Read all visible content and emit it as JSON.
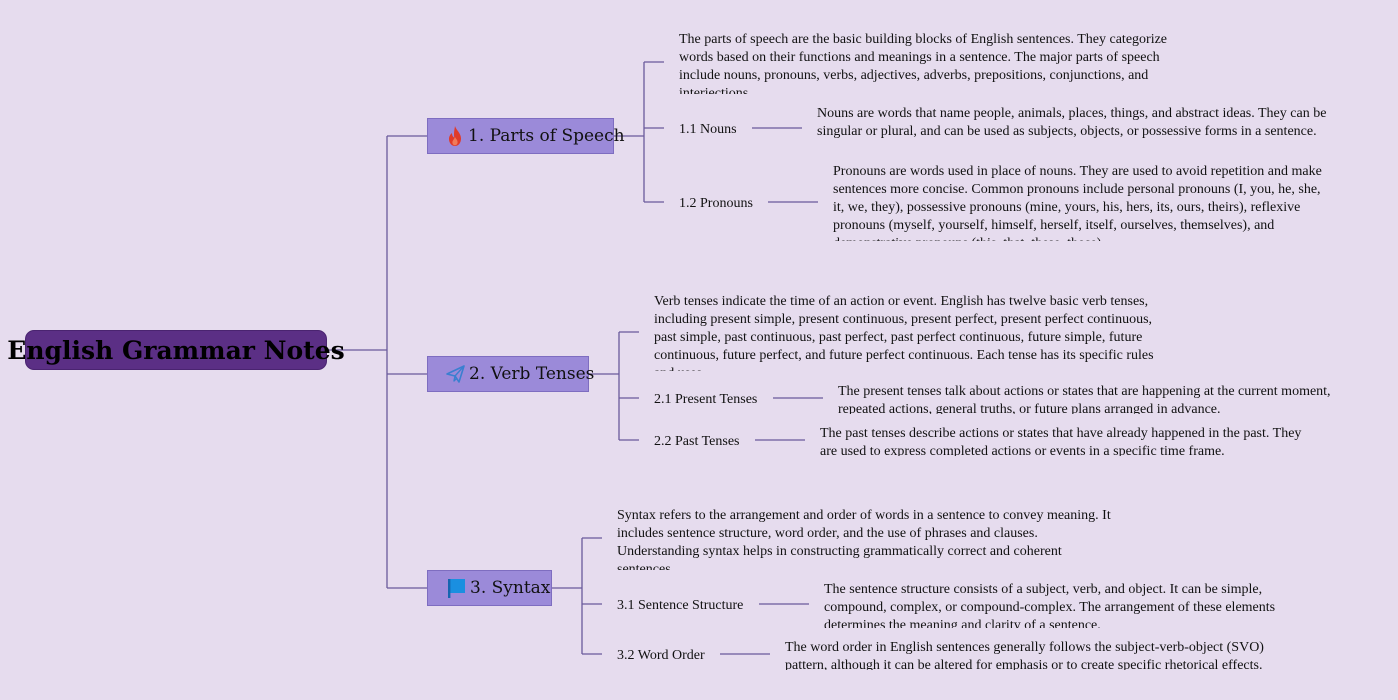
{
  "root": {
    "title": "English Grammar Notes"
  },
  "branches": [
    {
      "title": "1. Parts of Speech",
      "icon": "fire-icon",
      "summary": "The parts of speech are the basic building blocks of English sentences. They categorize words based on their functions and meanings in a sentence. The major parts of speech include nouns, pronouns, verbs, adjectives, adverbs, prepositions, conjunctions, and interjections.",
      "subtopics": [
        {
          "title": "1.1 Nouns",
          "description": "Nouns are words that name people, animals, places, things, and abstract ideas. They can be singular or plural, and can be used as subjects, objects, or possessive forms in a sentence."
        },
        {
          "title": "1.2 Pronouns",
          "description": "Pronouns are words used in place of nouns. They are used to avoid repetition and make sentences more concise. Common pronouns include personal pronouns (I, you, he, she, it, we, they), possessive pronouns (mine, yours, his, hers, its, ours, theirs), reflexive pronouns (myself, yourself, himself, herself, itself, ourselves, themselves), and demonstrative pronouns (this, that, these, those)."
        }
      ]
    },
    {
      "title": "2. Verb Tenses",
      "icon": "paper-plane-icon",
      "summary": "Verb tenses indicate the time of an action or event. English has twelve basic verb tenses, including present simple, present continuous, present perfect, present perfect continuous, past simple, past continuous, past perfect, past perfect continuous, future simple, future continuous, future perfect, and future perfect continuous. Each tense has its specific rules and uses.",
      "subtopics": [
        {
          "title": "2.1 Present Tenses",
          "description": "The present tenses talk about actions or states that are happening at the current moment, repeated actions, general truths, or future plans arranged in advance."
        },
        {
          "title": "2.2 Past Tenses",
          "description": "The past tenses describe actions or states that have already happened in the past. They are used to express completed actions or events in a specific time frame."
        }
      ]
    },
    {
      "title": "3. Syntax",
      "icon": "flag-icon",
      "summary": "Syntax refers to the arrangement and order of words in a sentence to convey meaning. It includes sentence structure, word order, and the use of phrases and clauses. Understanding syntax helps in constructing grammatically correct and coherent sentences.",
      "subtopics": [
        {
          "title": "3.1 Sentence Structure",
          "description": "The sentence structure consists of a subject, verb, and object. It can be simple, compound, complex, or compound-complex. The arrangement of these elements determines the meaning and clarity of a sentence."
        },
        {
          "title": "3.2 Word Order",
          "description": "The word order in English sentences generally follows the subject-verb-object (SVO) pattern, although it can be altered for emphasis or to create specific rhetorical effects."
        }
      ]
    }
  ],
  "colors": {
    "background": "#e6dcee",
    "root_fill": "#5b2f85",
    "branch_fill": "#9b8ad9",
    "connector": "#6a5a9c",
    "fire_icon": "#e03a2a",
    "plane_icon": "#3a7fd0",
    "flag_icon": "#1a8fe0"
  }
}
